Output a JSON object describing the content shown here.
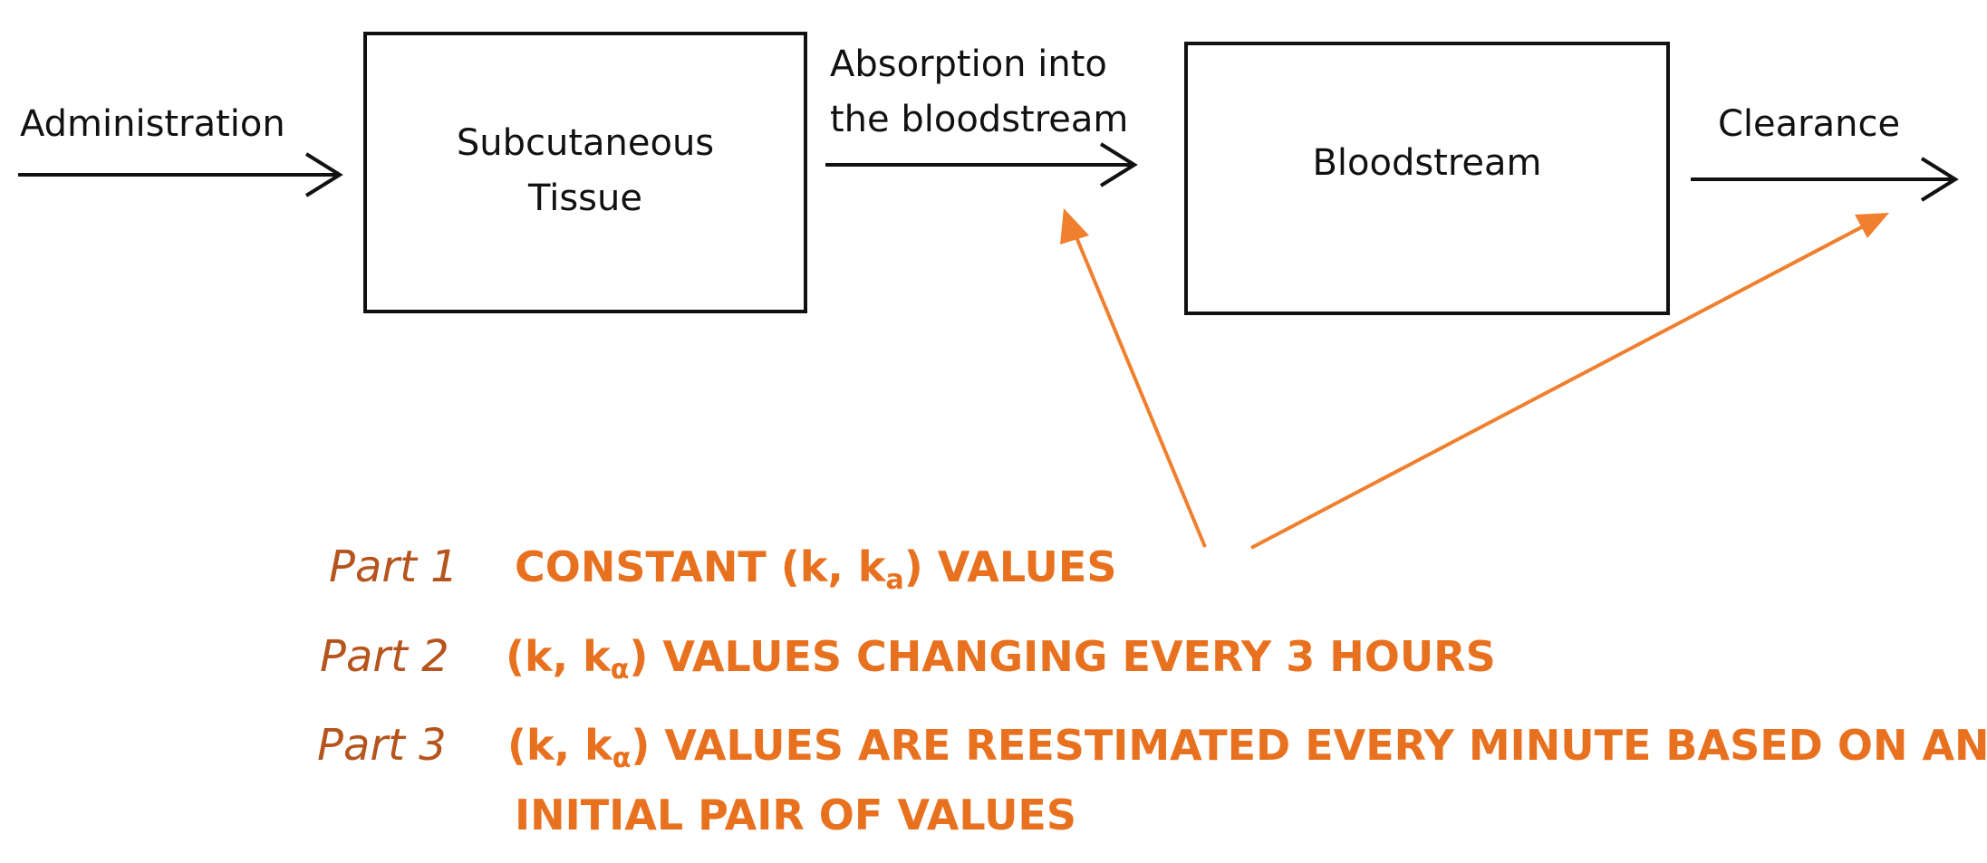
{
  "flow": {
    "administration_label": "Administration",
    "subcutaneous": {
      "line1": "Subcutaneous",
      "line2": "Tissue"
    },
    "absorption": {
      "line1": "Absorption into",
      "line2": "the bloodstream"
    },
    "bloodstream": "Bloodstream",
    "clearance_label": "Clearance"
  },
  "parts": [
    {
      "label": "Part 1",
      "pre": "CONSTANT (k, k",
      "sub": "a",
      "post": ") VALUES"
    },
    {
      "label": "Part 2",
      "pre": "(k, k",
      "sub": "α",
      "post": ") VALUES CHANGING EVERY 3 HOURS"
    },
    {
      "label": "Part 3",
      "pre": "(k, k",
      "sub": "α",
      "post": ") VALUES ARE REESTIMATED EVERY MINUTE BASED ON AN",
      "line2": "INITIAL PAIR OF VALUES"
    }
  ],
  "colors": {
    "arrow_black": "#111111",
    "arrow_orange": "#f07f2e",
    "part_label": "#b5541c",
    "part_text": "#e8711f"
  }
}
